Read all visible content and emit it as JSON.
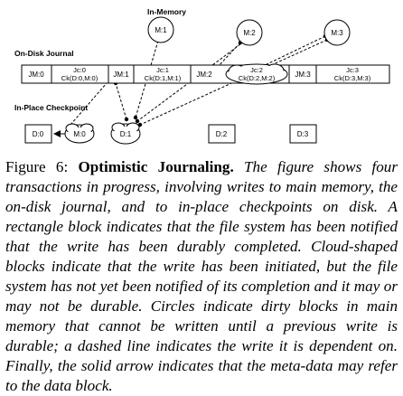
{
  "figure": {
    "labels": {
      "in_memory": "In-Memory",
      "on_disk_journal": "On-Disk Journal",
      "in_place_checkpoint": "In-Place Checkpoint"
    },
    "memory_blocks": [
      "M:1",
      "M:2",
      "M:3"
    ],
    "journal": {
      "jm0": "JM:0",
      "jc0_line1": "Jc:0",
      "jc0_line2": "Ck(D:0,M:0)",
      "jm1": "JM:1",
      "jc1_line1": "Jc:1",
      "jc1_line2": "Ck(D:1,M:1)",
      "jm2": "JM:2",
      "jc2_line1": "Jc:2",
      "jc2_line2": "Ck(D:2,M:2)",
      "jm3": "JM:3",
      "jc3_line1": "Jc:3",
      "jc3_line2": "Ck(D:3,M:3)"
    },
    "checkpoint": {
      "d0": "D:0",
      "m0": "M:0",
      "d1": "D:1",
      "d2": "D:2",
      "d3": "D:3"
    }
  },
  "caption": {
    "number": "Figure 6:",
    "title": "Optimistic Journaling.",
    "body": "The figure shows four transactions in progress, involving writes to main memory, the on-disk journal, and to in-place checkpoints on disk. A rectangle block indicates that the file system has been notified that the write has been durably completed. Cloud-shaped blocks indicate that the write has been initiated, but the file system has not yet been notified of its completion and it may or may not be durable. Circles indicate dirty blocks in main memory that cannot be written until a previous write is durable; a dashed line indicates the write it is dependent on. Finally, the solid arrow indicates that the meta-data may refer to the data block."
  }
}
